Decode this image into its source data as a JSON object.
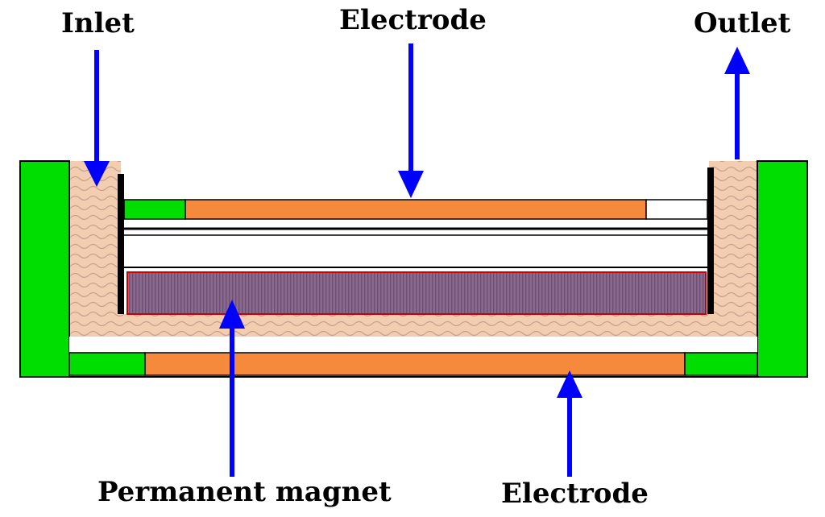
{
  "labels": {
    "inlet": "Inlet",
    "electrode_top": "Electrode",
    "outlet": "Outlet",
    "permanent_magnet": "Permanent magnet",
    "electrode_bottom": "Electrode"
  },
  "colors": {
    "housing": "#00dd00",
    "electrode": "#f58a3c",
    "electrolyte": "#f3c8a8",
    "magnet": "#8a6a8c",
    "magnet_border": "#cc0000",
    "arrow": "#0000ff",
    "plate": "#000000"
  }
}
